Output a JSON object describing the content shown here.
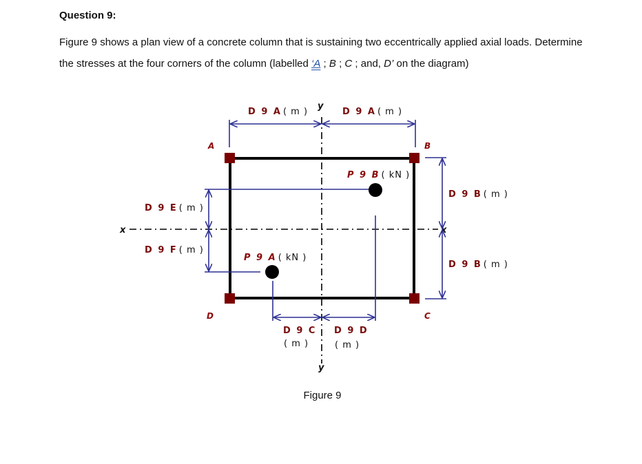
{
  "question": {
    "title": "Question 9:",
    "body_part1": "Figure 9 shows a plan view of a concrete column that is sustaining two eccentrically applied axial loads.  Determine the stresses at the four corners of the column (labelled ",
    "corner_a": "‘A",
    "sep1": " ; ",
    "corner_b": "B",
    "sep2": " ; ",
    "corner_c": "C",
    "sep3": " ; and, ",
    "corner_d": "D’",
    "body_part2": " on the diagram)"
  },
  "figure": {
    "caption": "Figure 9",
    "axes": {
      "x_left": "x",
      "x_right": "x",
      "y_top": "y",
      "y_bottom": "y"
    },
    "corners": {
      "A": "A",
      "B": "B",
      "C": "C",
      "D": "D"
    },
    "loads": {
      "P9A": {
        "name": "P 9 A",
        "unit": "( kN )"
      },
      "P9B": {
        "name": "P 9 B",
        "unit": "( kN )"
      }
    },
    "dimensions": {
      "top_left": {
        "name": "D 9 A",
        "unit": "( m )"
      },
      "top_right": {
        "name": "D 9 A",
        "unit": "( m )"
      },
      "left_upper": {
        "name": "D 9 E",
        "unit": "( m )"
      },
      "left_lower": {
        "name": "D 9 F",
        "unit": "( m )"
      },
      "right_upper": {
        "name": "D 9 B",
        "unit": "( m )"
      },
      "right_lower": {
        "name": "D 9 B",
        "unit": "( m )"
      },
      "bottom_left": {
        "name": "D 9 C",
        "unit": "( m )"
      },
      "bottom_right": {
        "name": "D 9 D",
        "unit": "( m )"
      }
    },
    "colors": {
      "column_outline": "#000000",
      "corner_marker": "#7a0000",
      "dimension_line": "#2e3192",
      "variable_label": "#7a0c0c"
    }
  }
}
